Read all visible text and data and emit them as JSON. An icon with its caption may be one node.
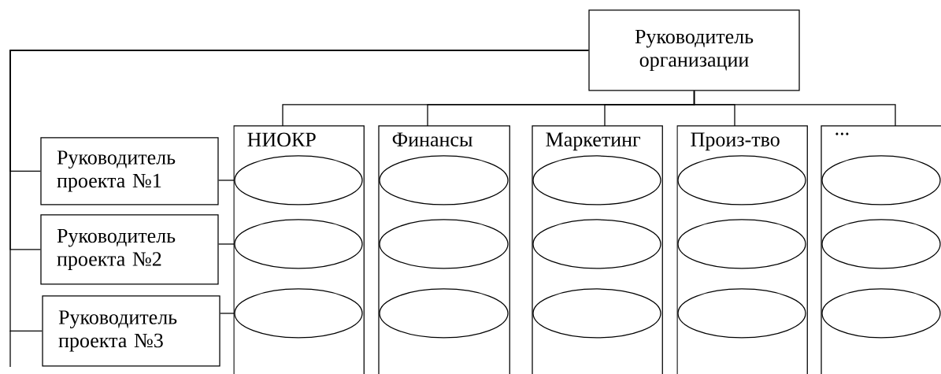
{
  "diagram": {
    "nodes": [
      {
        "text": [
          "Руководитель организации"
        ]
      },
      {
        "text": [
          "НИОКР"
        ]
      },
      {
        "text": [],
        "shape": "ellipse",
        "in": 1
      },
      {
        "text": [],
        "shape": "ellipse",
        "in": 1
      },
      {
        "text": [],
        "shape": "ellipse",
        "in": 1
      },
      {
        "text": [
          "Финансы"
        ]
      },
      {
        "text": [],
        "shape": "ellipse",
        "in": 5
      },
      {
        "text": [],
        "shape": "ellipse",
        "in": 5
      },
      {
        "text": [],
        "shape": "ellipse",
        "in": 5
      },
      {
        "text": [
          "Маркетинг"
        ]
      },
      {
        "text": [],
        "shape": "ellipse",
        "in": 9
      },
      {
        "text": [],
        "shape": "ellipse",
        "in": 9
      },
      {
        "text": [],
        "shape": "ellipse",
        "in": 9
      },
      {
        "text": [
          "Произ-тво"
        ]
      },
      {
        "text": [],
        "shape": "ellipse",
        "in": 13
      },
      {
        "text": [],
        "shape": "ellipse",
        "in": 13
      },
      {
        "text": [],
        "shape": "ellipse",
        "in": 13
      },
      {
        "text": [
          "..."
        ]
      },
      {
        "text": [],
        "shape": "ellipse",
        "in": 17
      },
      {
        "text": [],
        "shape": "ellipse",
        "in": 17
      },
      {
        "text": [],
        "shape": "ellipse",
        "in": 17
      },
      {
        "text": [
          "Руководитель проекта №1"
        ]
      },
      {
        "text": [
          "Руководитель проекта №2"
        ]
      },
      {
        "text": [
          "Руководитель проекта №3"
        ]
      }
    ],
    "edges": [
      {
        "from": 0,
        "to": 1,
        "arrow": "none"
      },
      {
        "from": 0,
        "to": 5,
        "arrow": "none"
      },
      {
        "from": 0,
        "to": 9,
        "arrow": "none"
      },
      {
        "from": 0,
        "to": 13,
        "arrow": "none"
      },
      {
        "from": 0,
        "to": 17,
        "arrow": "none"
      },
      {
        "from": 0,
        "to": 21,
        "arrow": "none"
      },
      {
        "from": 0,
        "to": 22,
        "arrow": "none"
      },
      {
        "from": 0,
        "to": 23,
        "arrow": "none"
      },
      {
        "from": 21,
        "to": 2,
        "arrow": "none"
      },
      {
        "from": 22,
        "to": 3,
        "arrow": "none"
      },
      {
        "from": 23,
        "to": 4,
        "arrow": "none"
      }
    ]
  }
}
